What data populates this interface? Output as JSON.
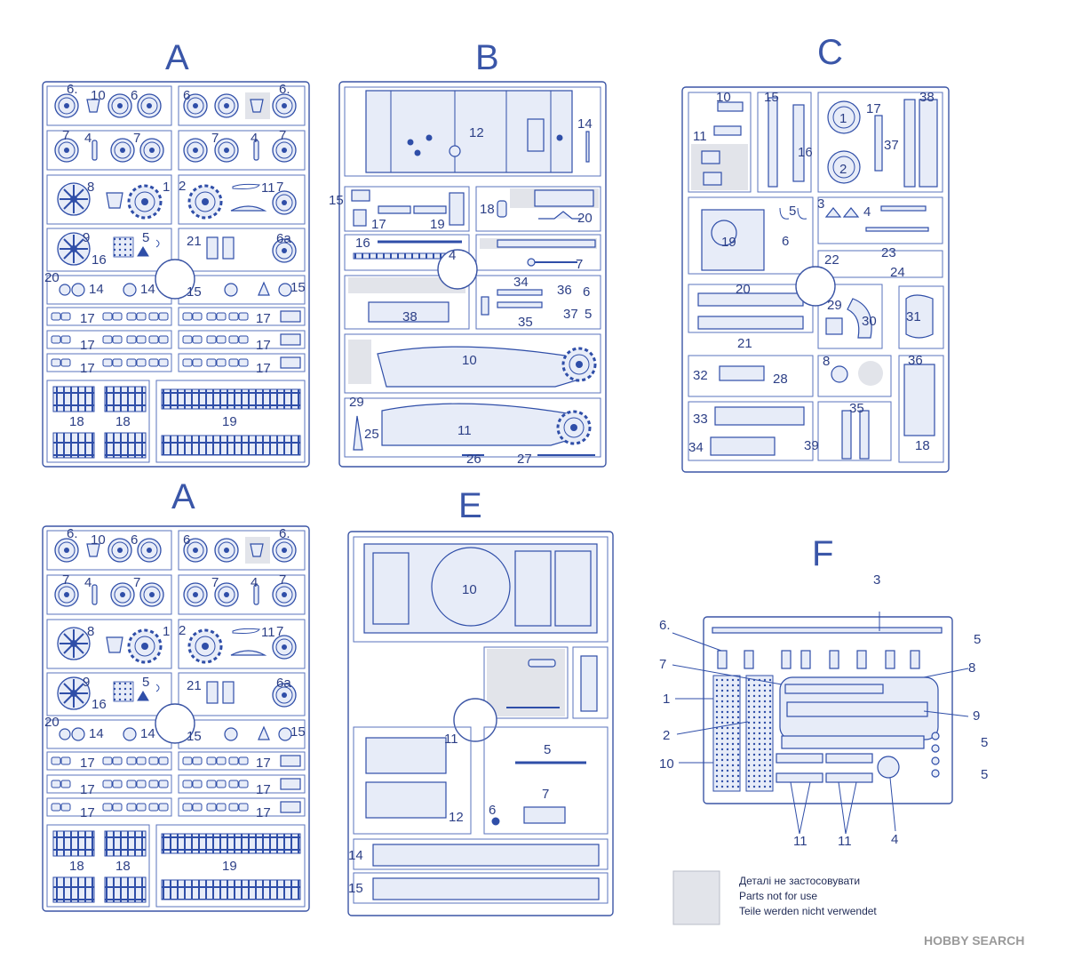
{
  "sprues": {
    "a_top": {
      "letter": "A"
    },
    "b": {
      "letter": "B"
    },
    "c": {
      "letter": "C"
    },
    "a_bottom": {
      "letter": "A"
    },
    "e": {
      "letter": "E"
    },
    "f": {
      "letter": "F"
    }
  },
  "labels": {
    "a": [
      "6.",
      "10",
      "6",
      "6",
      "6.",
      "7",
      "4",
      "7",
      "7",
      "4",
      "7",
      "8",
      "1",
      "2",
      "11",
      "7",
      "9",
      "5",
      "16",
      "21",
      "6a",
      "20",
      "14",
      "14",
      "15",
      "15",
      "17",
      "17",
      "17",
      "17",
      "17",
      "17",
      "18",
      "18",
      "19"
    ],
    "b": [
      "12",
      "14",
      "15",
      "17",
      "19",
      "18",
      "20",
      "16",
      "4",
      "7",
      "34",
      "36",
      "6",
      "35",
      "37",
      "5",
      "38",
      "10",
      "29",
      "25",
      "11",
      "26",
      "27"
    ],
    "c": [
      "10",
      "11",
      "15",
      "16",
      "1",
      "2",
      "17",
      "37",
      "38",
      "3",
      "5",
      "4",
      "19",
      "6",
      "22",
      "23",
      "24",
      "20",
      "21",
      "29",
      "30",
      "31",
      "32",
      "28",
      "8",
      "36",
      "33",
      "35",
      "34",
      "39",
      "18"
    ],
    "e": [
      "10",
      "11",
      "12",
      "5",
      "6",
      "7",
      "14",
      "15"
    ],
    "f": [
      "3",
      "6.",
      "5",
      "7",
      "8",
      "1",
      "9",
      "2",
      "10",
      "5",
      "5",
      "11",
      "11",
      "4"
    ]
  },
  "legend": {
    "line1": "Деталі не застосовувати",
    "line2": "Parts not for use",
    "line3": "Teile werden nicht verwendet"
  },
  "watermark": "HOBBY SEARCH",
  "colors": {
    "ink": "#2f4ea8",
    "frame": "#3b55a5",
    "unused": "#e2e4ea"
  }
}
